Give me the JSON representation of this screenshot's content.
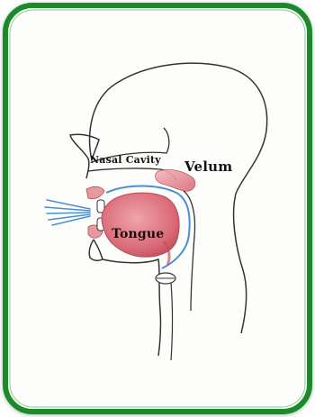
{
  "diagram": {
    "labels": {
      "nasal_cavity": "Nasal Cavity",
      "velum": "Velum",
      "tongue": "Tongue"
    },
    "colors": {
      "frame_green": "#1e8a2a",
      "frame_fill": "#fdfdfb",
      "tissue_pink": "#e59aa0",
      "tissue_dark": "#c4505a",
      "airflow_blue": "#4a8fd0",
      "outline": "#333333"
    }
  }
}
